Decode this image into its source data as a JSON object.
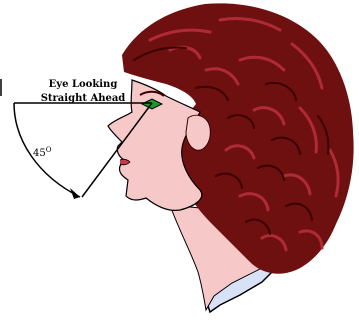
{
  "diagram": {
    "label_line1": "Eye Looking",
    "label_line2": "Straight Ahead",
    "angle_value": "45",
    "angle_unit": "O"
  },
  "colors": {
    "hair": "#6e1010",
    "hair_dark": "#3b0000",
    "hair_highlight": "#b02a35",
    "skin": "#f7c8c8",
    "collar": "#d8e2f6",
    "eye": "#1a9a2a",
    "line": "#000000"
  }
}
